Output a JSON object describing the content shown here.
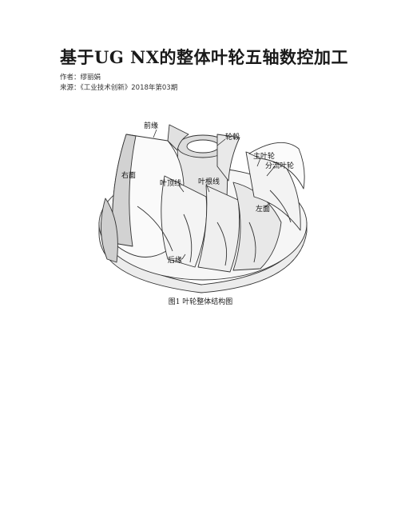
{
  "document": {
    "title": "基于UG NX的整体叶轮五轴数控加工",
    "author_line": "作者：缪丽娟",
    "source_line": "来源：《工业技术创新》2018年第03期"
  },
  "figure": {
    "caption": "图1 叶轮整体结构图",
    "labels": {
      "front_edge": "前缘",
      "hub": "轮毂",
      "main_blade": "主叶轮",
      "splitter_blade": "分流叶轮",
      "right_face": "右面",
      "blade_tip": "叶顶线",
      "blade_root": "叶根线",
      "left_face": "左面",
      "rear_edge": "后缘"
    }
  }
}
